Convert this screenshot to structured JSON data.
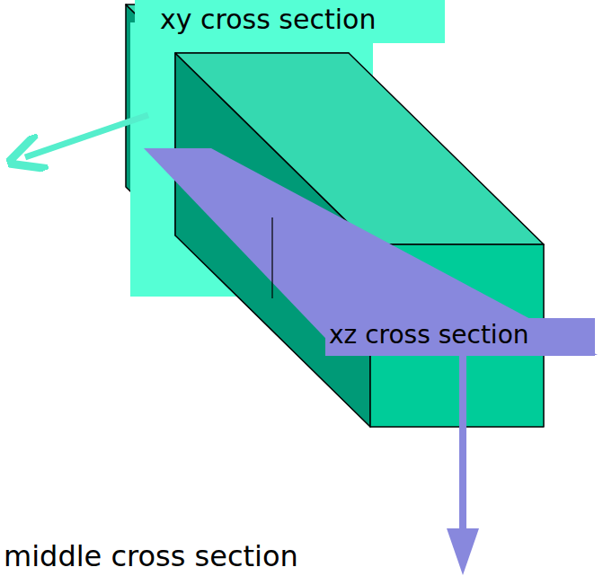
{
  "diagram": {
    "labels": [
      "xy cross section",
      "xz cross section",
      "middle cross section"
    ]
  }
}
